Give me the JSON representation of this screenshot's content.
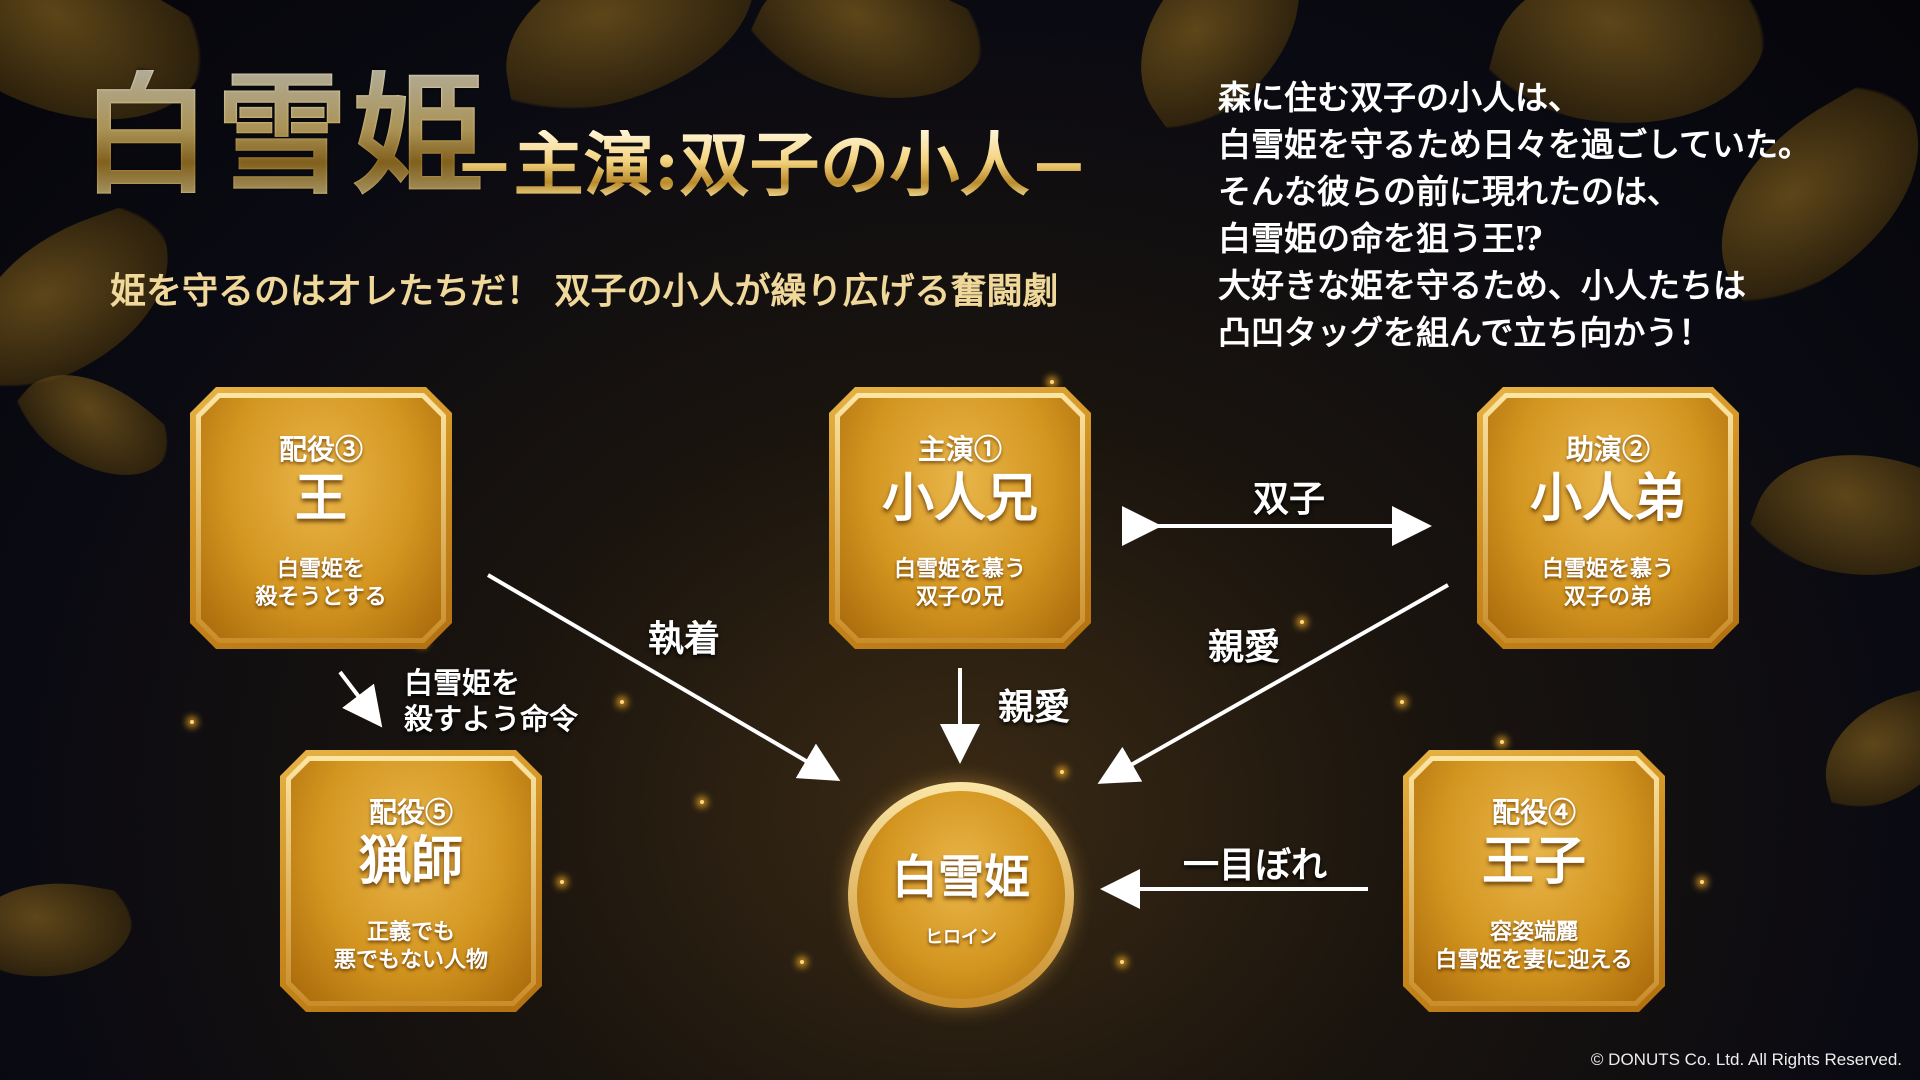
{
  "header": {
    "title": "白雪姫",
    "subtitle": "−主演:双子の小人−",
    "tagline": "姫を守るのはオレたちだ！ 双子の小人が繰り広げる奮闘劇"
  },
  "story": {
    "lines": [
      "森に住む双子の小人は、",
      "白雪姫を守るため日々を過ごしていた。",
      "そんな彼らの前に現れたのは、",
      "白雪姫の命を狙う王⁉",
      "大好きな姫を守るため、小人たちは",
      "凸凹タッグを組んで立ち向かう！"
    ]
  },
  "characters": {
    "king": {
      "role": "配役③",
      "name": "王",
      "desc": [
        "白雪姫を",
        "殺そうとする"
      ]
    },
    "elder": {
      "role": "主演①",
      "name": "小人兄",
      "desc": [
        "白雪姫を慕う",
        "双子の兄"
      ]
    },
    "younger": {
      "role": "助演②",
      "name": "小人弟",
      "desc": [
        "白雪姫を慕う",
        "双子の弟"
      ]
    },
    "hunter": {
      "role": "配役⑤",
      "name": "猟師",
      "desc": [
        "正義でも",
        "悪でもない人物"
      ]
    },
    "prince": {
      "role": "配役④",
      "name": "王子",
      "desc": [
        "容姿端麗",
        "白雪姫を妻に迎える"
      ]
    },
    "heroine": {
      "name": "白雪姫",
      "desc": "ヒロイン"
    }
  },
  "relations": {
    "twins": "双子",
    "obsession": "執着",
    "affection_elder": "親愛",
    "affection_younger": "親愛",
    "love_at_first_sight": "一目ぼれ",
    "order": [
      "白雪姫を",
      "殺すよう命令"
    ]
  },
  "footer": {
    "copyright": "© DONUTS Co. Ltd. All Rights Reserved."
  },
  "colors": {
    "gold": "#d3951f",
    "gold_light": "#fbe6a6",
    "background": "#0a0a12"
  }
}
